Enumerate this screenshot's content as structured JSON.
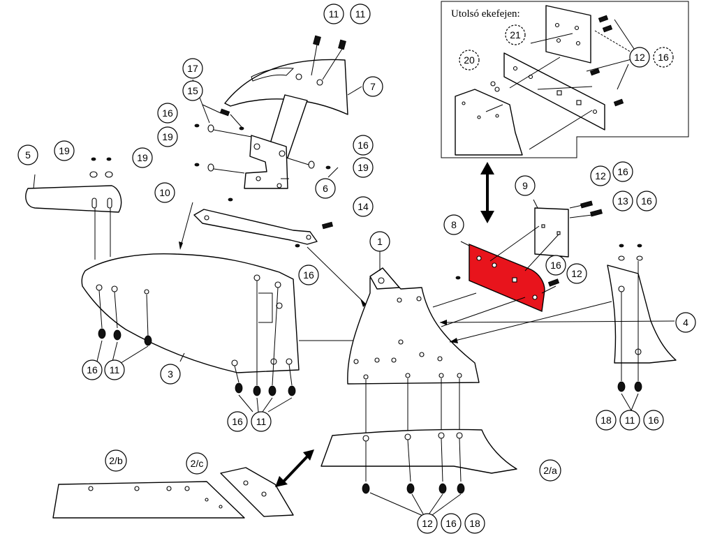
{
  "inset": {
    "title": "Utolsó ekefejen:",
    "labels": [
      "21",
      "20",
      "12",
      "16"
    ]
  },
  "callouts": [
    {
      "id": "c11a",
      "label": "11"
    },
    {
      "id": "c11b",
      "label": "11"
    },
    {
      "id": "c17",
      "label": "17"
    },
    {
      "id": "c15",
      "label": "15"
    },
    {
      "id": "c7",
      "label": "7"
    },
    {
      "id": "c16a",
      "label": "16"
    },
    {
      "id": "c19a",
      "label": "19"
    },
    {
      "id": "c16b",
      "label": "16"
    },
    {
      "id": "c19b",
      "label": "19"
    },
    {
      "id": "c5",
      "label": "5"
    },
    {
      "id": "c19c",
      "label": "19"
    },
    {
      "id": "c19d",
      "label": "19"
    },
    {
      "id": "c6",
      "label": "6"
    },
    {
      "id": "c10",
      "label": "10"
    },
    {
      "id": "c14",
      "label": "14"
    },
    {
      "id": "c16c",
      "label": "16"
    },
    {
      "id": "c1",
      "label": "1"
    },
    {
      "id": "c8",
      "label": "8"
    },
    {
      "id": "c9",
      "label": "9"
    },
    {
      "id": "c12a",
      "label": "12"
    },
    {
      "id": "c16d",
      "label": "16"
    },
    {
      "id": "c13",
      "label": "13"
    },
    {
      "id": "c16e",
      "label": "16"
    },
    {
      "id": "c16f",
      "label": "16"
    },
    {
      "id": "c12b",
      "label": "12"
    },
    {
      "id": "c4",
      "label": "4"
    },
    {
      "id": "c16g",
      "label": "16"
    },
    {
      "id": "c11c",
      "label": "11"
    },
    {
      "id": "c3",
      "label": "3"
    },
    {
      "id": "c16h",
      "label": "16"
    },
    {
      "id": "c11d",
      "label": "11"
    },
    {
      "id": "c18a",
      "label": "18"
    },
    {
      "id": "c11e",
      "label": "11"
    },
    {
      "id": "c16i",
      "label": "16"
    },
    {
      "id": "c2b",
      "label": "2/b"
    },
    {
      "id": "c2c",
      "label": "2/c"
    },
    {
      "id": "c2a",
      "label": "2/a"
    },
    {
      "id": "c12c",
      "label": "12"
    },
    {
      "id": "c16j",
      "label": "16"
    },
    {
      "id": "c18b",
      "label": "18"
    }
  ],
  "highlight": {
    "part": "8",
    "color": "#e8141c"
  },
  "colors": {
    "line": "#000000",
    "background": "#ffffff"
  }
}
